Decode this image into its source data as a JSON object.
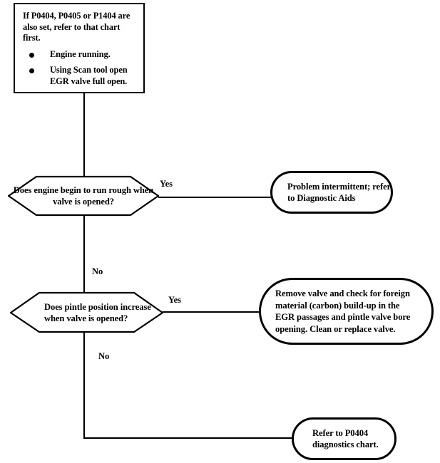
{
  "diagram": {
    "type": "flowchart",
    "title": "EGR Valve Diagnostic Flow Chart",
    "stroke_color": "#000000",
    "background_color": "#ffffff"
  },
  "instruction": {
    "lead_text": "If P0404, P0405 or P1404 are also set, refer to that chart first.",
    "bullets": [
      {
        "text": "Engine running."
      },
      {
        "text": "Using Scan tool open EGR valve full open."
      }
    ]
  },
  "decisions": [
    {
      "id": "engine-rough",
      "text": "Does engine begin to run rough when valve is opened?",
      "yes_label": "Yes",
      "no_label": "No"
    },
    {
      "id": "pintle-position",
      "text": "Does pintle position increase when valve is opened?",
      "yes_label": "Yes",
      "no_label": "No"
    }
  ],
  "outcomes": [
    {
      "id": "problem-intermittent",
      "text": "Problem intermittent; refer  to Diagnostic Aids"
    },
    {
      "id": "remove-valve",
      "text": "Remove valve and check for foreign material (carbon) build-up in the EGR passages and pintle valve bore opening. Clean or replace valve."
    },
    {
      "id": "refer-p0404",
      "text": "Refer to P0404 diagnostics chart."
    }
  ]
}
